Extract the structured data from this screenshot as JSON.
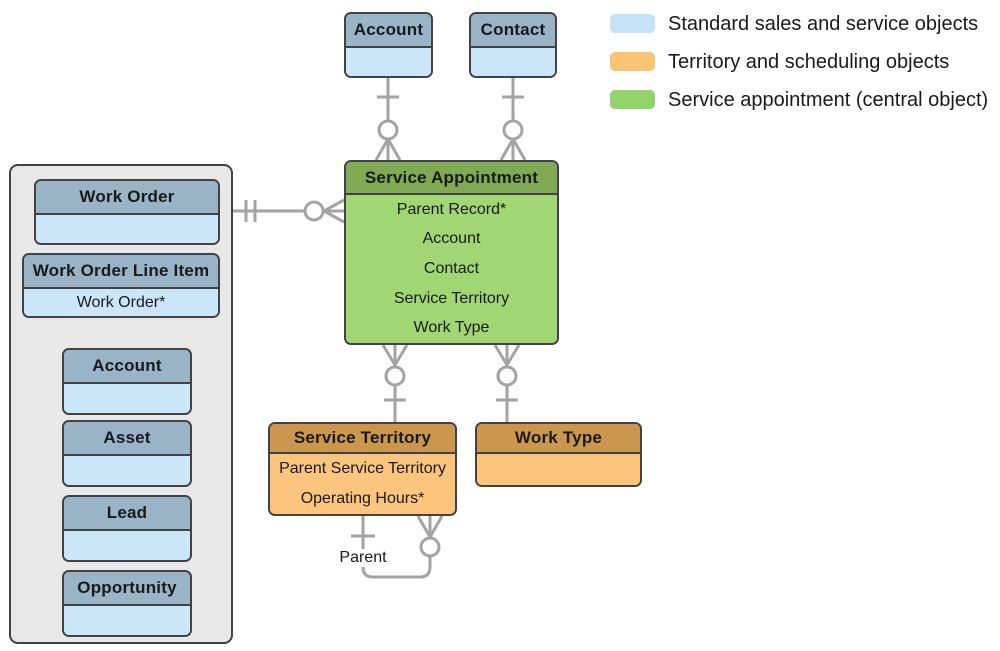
{
  "colors": {
    "canvas_bg": "#ffffff",
    "container_fill": "#e8e8e8",
    "box_border": "#424242",
    "connector": "#a3a3a3",
    "text": "#1a1a1a",
    "blue_header": "#98b4c6",
    "blue_body": "#cbe6f8",
    "green_header": "#7fa952",
    "green_body": "#a1d674",
    "orange_header": "#cb974e",
    "orange_body": "#fbc57d"
  },
  "legend": {
    "items": [
      {
        "label": "Standard sales and service objects",
        "color": "#c5e3f7"
      },
      {
        "label": "Territory and scheduling objects",
        "color": "#fbc374"
      },
      {
        "label": "Service appointment (central object)",
        "color": "#92d36a"
      }
    ]
  },
  "entities": {
    "account_top": {
      "title": "Account"
    },
    "contact_top": {
      "title": "Contact"
    },
    "service_appointment": {
      "title": "Service Appointment",
      "fields": [
        "Parent Record*",
        "Account",
        "Contact",
        "Service Territory",
        "Work Type"
      ]
    },
    "work_order": {
      "title": "Work Order"
    },
    "work_order_line_item": {
      "title": "Work Order Line Item",
      "fields": [
        "Work Order*"
      ]
    },
    "account_left": {
      "title": "Account"
    },
    "asset": {
      "title": "Asset"
    },
    "lead": {
      "title": "Lead"
    },
    "opportunity": {
      "title": "Opportunity"
    },
    "service_territory": {
      "title": "Service Territory",
      "fields": [
        "Parent Service Territory",
        "Operating Hours*"
      ]
    },
    "work_type": {
      "title": "Work Type"
    }
  },
  "annotations": {
    "parent_label": "Parent"
  },
  "relationships": [
    {
      "from": "Account",
      "to": "Service Appointment",
      "from_end": "one",
      "to_end": "zero-or-many"
    },
    {
      "from": "Contact",
      "to": "Service Appointment",
      "from_end": "one",
      "to_end": "zero-or-many"
    },
    {
      "from": "Work Order group",
      "to": "Service Appointment",
      "from_end": "one-and-only-one",
      "to_end": "zero-or-many"
    },
    {
      "from": "Service Appointment",
      "to": "Service Territory",
      "from_end": "zero-or-many",
      "to_end": "one"
    },
    {
      "from": "Service Appointment",
      "to": "Work Type",
      "from_end": "zero-or-many",
      "to_end": "one"
    },
    {
      "from": "Service Territory",
      "to": "Service Territory",
      "from_end": "one",
      "to_end": "zero-or-many",
      "label": "Parent"
    }
  ]
}
